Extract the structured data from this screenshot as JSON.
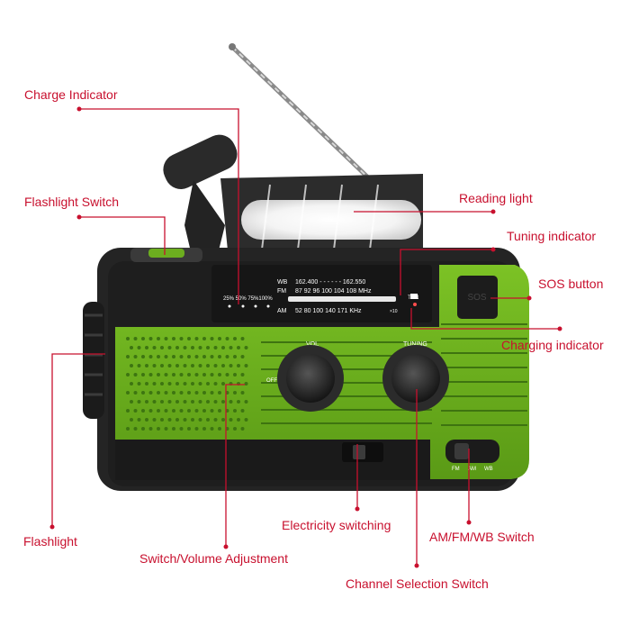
{
  "callouts": {
    "charge_indicator": "Charge Indicator",
    "flashlight_switch": "Flashlight Switch",
    "reading_light": "Reading light",
    "tuning_indicator": "Tuning indicator",
    "sos_button": "SOS button",
    "charging_indicator": "Charging indicator",
    "flashlight": "Flashlight",
    "switch_volume": "Switch/Volume Adjustment",
    "electricity_switching": "Electricity switching",
    "am_fm_wb_switch": "AM/FM/WB Switch",
    "channel_selection": "Channel Selection Switch"
  },
  "dial": {
    "wb_label": "WB",
    "wb_scale": "162.400 - - - - - - 162.550",
    "fm_label": "FM",
    "fm_scale": "87    92    96 100  104  108 MHz",
    "am_label": "AM",
    "am_scale": "52    80  100   140   171 KHz",
    "am_mult": "×10",
    "tun_label": "TUN",
    "battery_levels": "25% 50% 75%100%"
  },
  "knobs": {
    "vol_label": "VOL",
    "off_label": "OFF",
    "tuning_label": "TUNING"
  },
  "switches": {
    "sos_text": "SOS",
    "band_labels": [
      "FM",
      "AM",
      "WB"
    ]
  },
  "colors": {
    "accent": "#c8102e",
    "body_green": "#6cae1f",
    "body_dark": "#1f1f1f"
  }
}
